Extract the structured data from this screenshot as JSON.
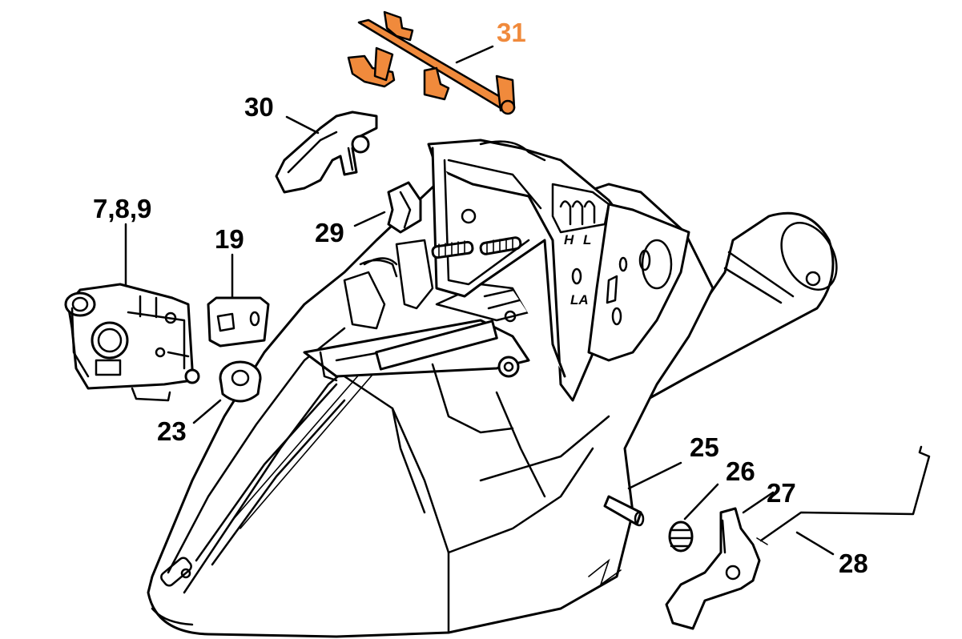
{
  "diagram": {
    "highlight_color": "#f08a3c",
    "line_color": "#000000",
    "background": "#ffffff",
    "callouts": [
      {
        "id": "31",
        "text": "31",
        "highlighted": true
      },
      {
        "id": "30",
        "text": "30",
        "highlighted": false
      },
      {
        "id": "29",
        "text": "29",
        "highlighted": false
      },
      {
        "id": "789",
        "text": "7,8,9",
        "highlighted": false
      },
      {
        "id": "19",
        "text": "19",
        "highlighted": false
      },
      {
        "id": "23",
        "text": "23",
        "highlighted": false
      },
      {
        "id": "25",
        "text": "25",
        "highlighted": false
      },
      {
        "id": "26",
        "text": "26",
        "highlighted": false
      },
      {
        "id": "27",
        "text": "27",
        "highlighted": false
      },
      {
        "id": "28",
        "text": "28",
        "highlighted": false
      }
    ],
    "part_markings": {
      "h": "H",
      "l": "L",
      "la": "LA"
    }
  }
}
